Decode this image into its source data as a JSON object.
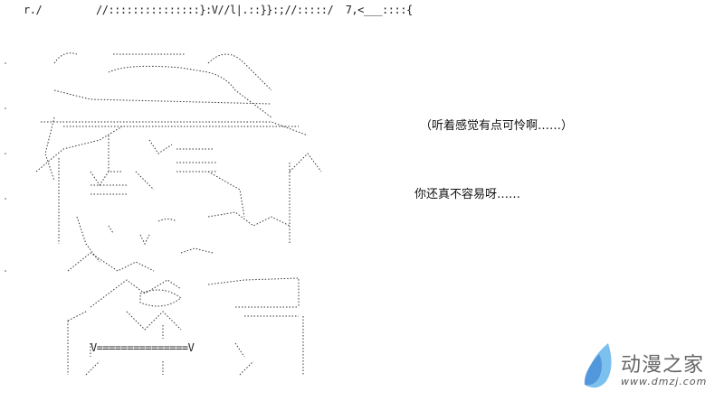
{
  "ascii_art": {
    "top_line_left": "r./",
    "top_line_main": "//:::::::::::::::}:V//l|.::}}:;//:::::/  7,<___::::{",
    "equals_line": "V===============V"
  },
  "captions": {
    "thought": "（听着感觉有点可怜啊……）",
    "speech": "你还真不容易呀……"
  },
  "watermark": {
    "name": "动漫之家",
    "url": "www.dmzj.com",
    "accent": "#5aa9e6"
  }
}
